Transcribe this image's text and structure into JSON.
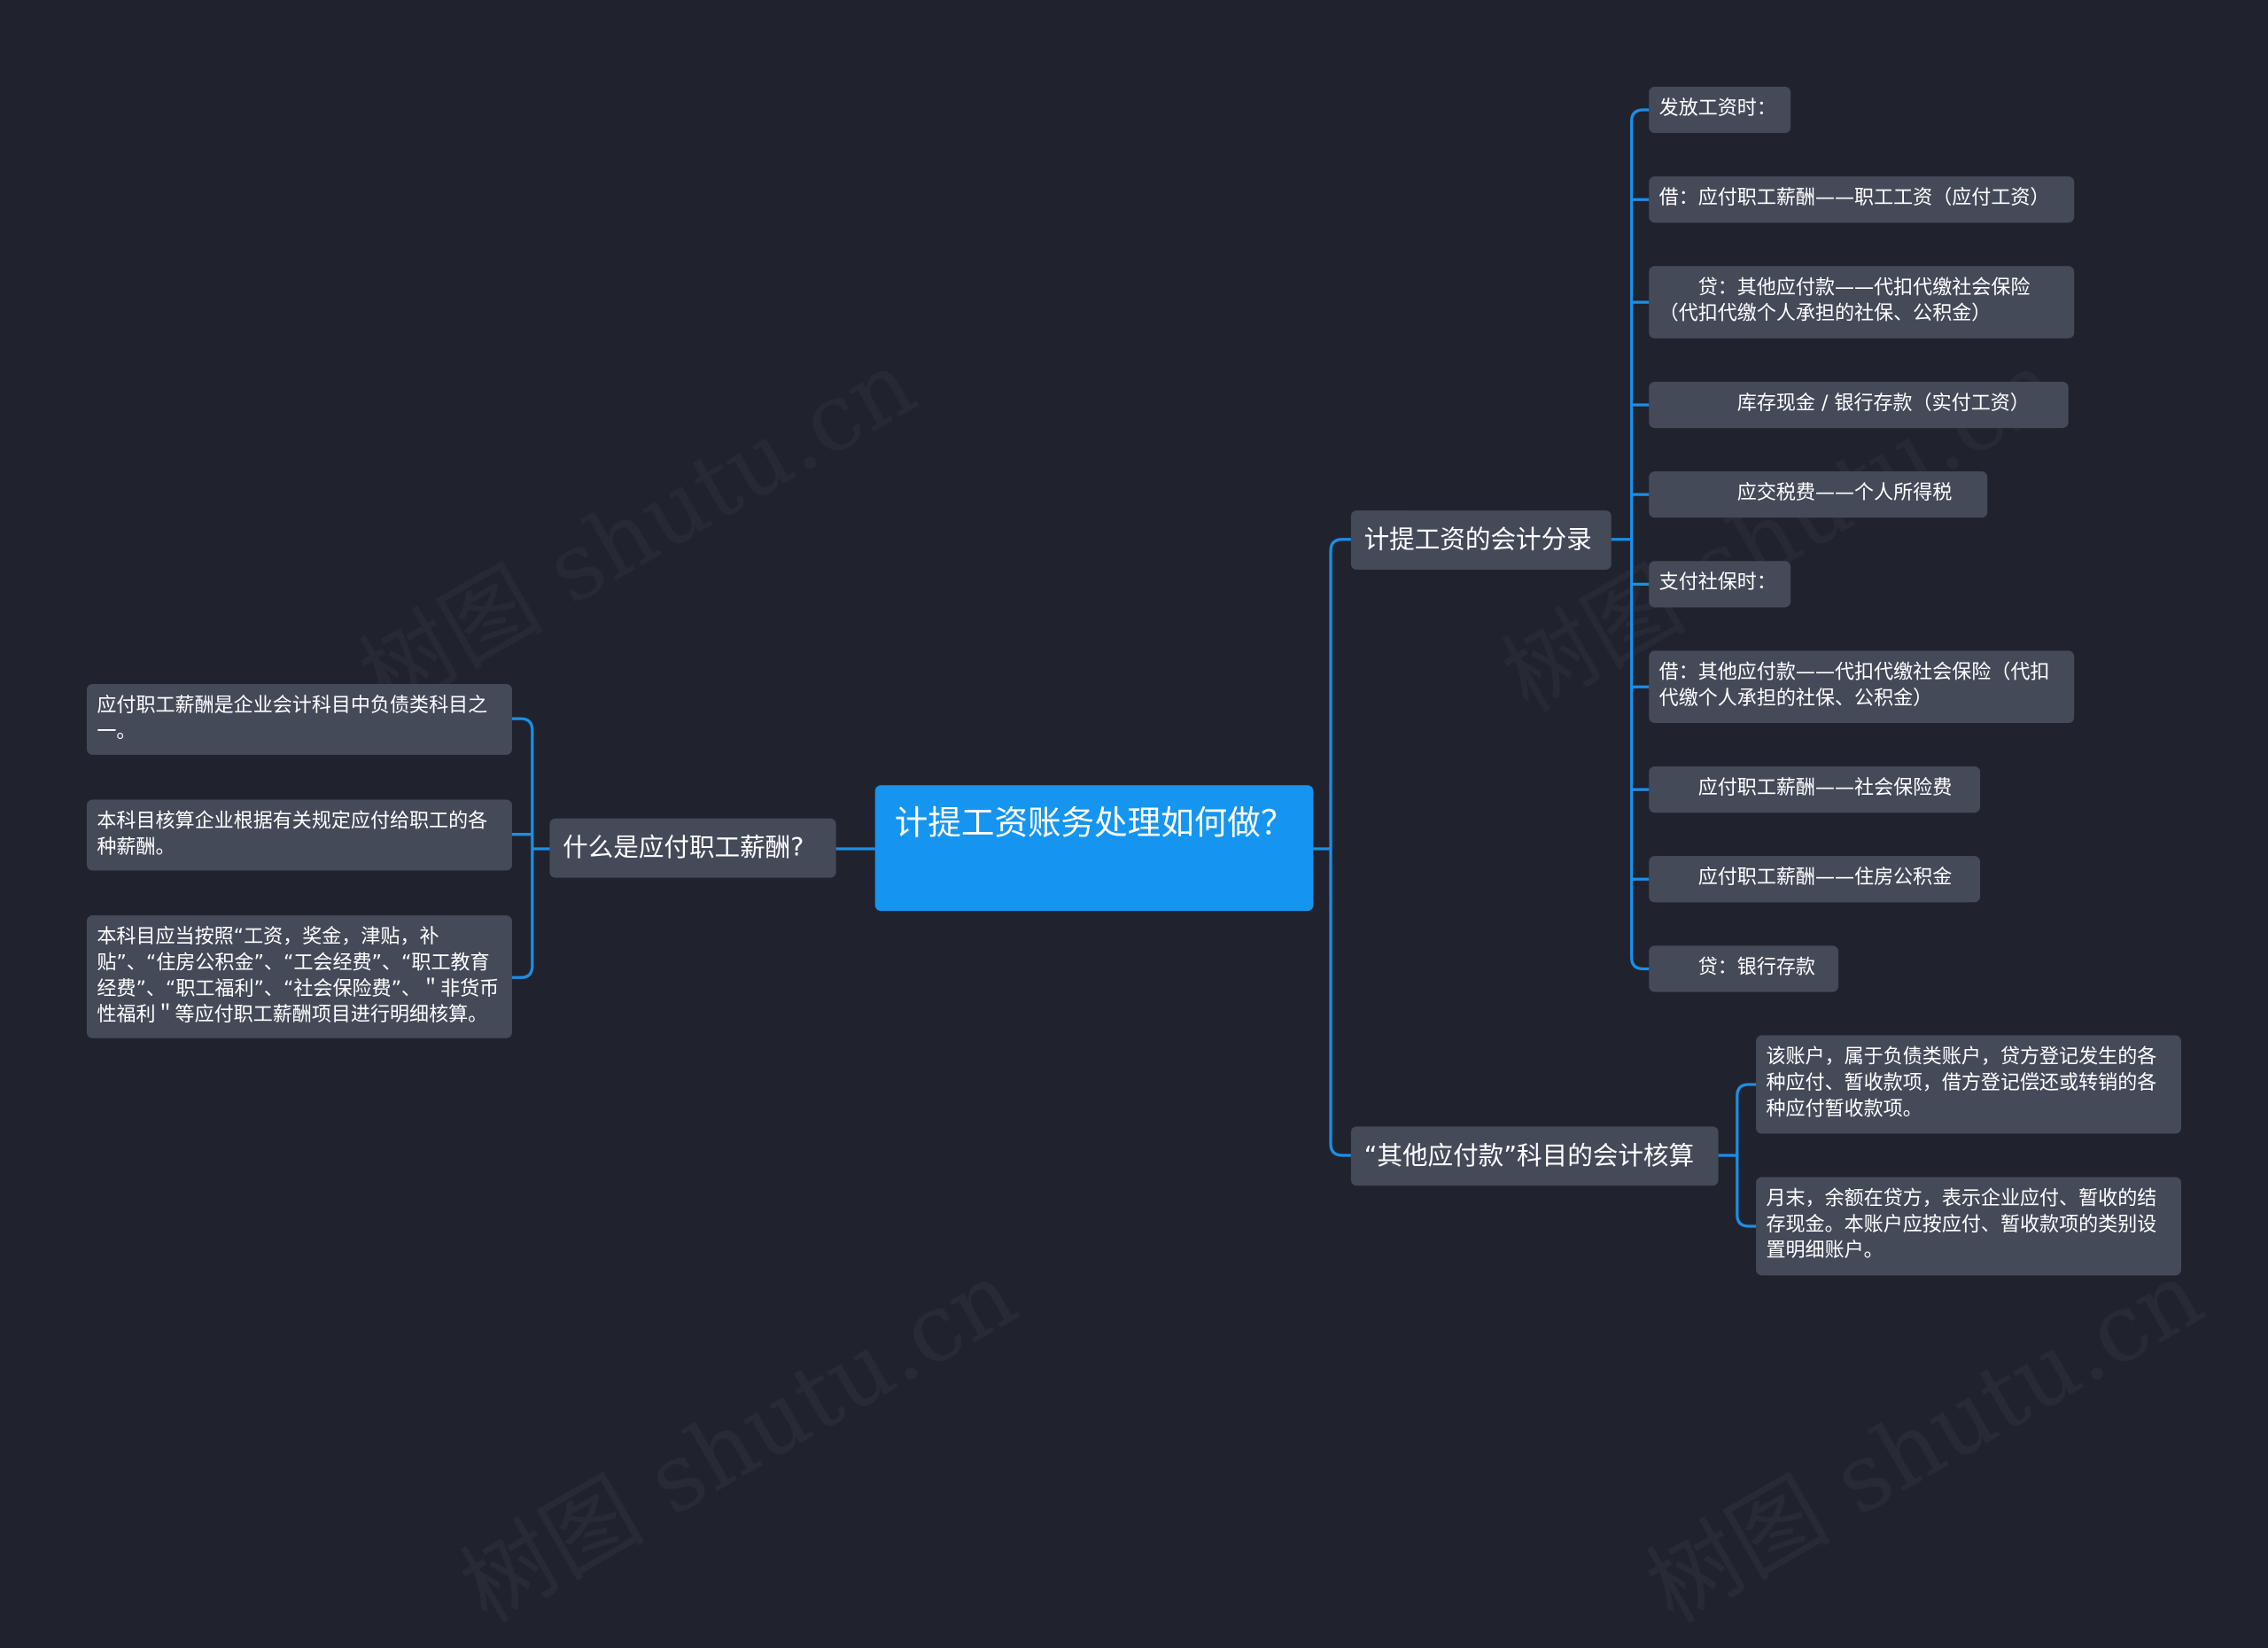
{
  "root": {
    "text": "计提工资账务处理如何做？"
  },
  "left_branch": {
    "title": "什么是应付职工薪酬?",
    "items": [
      "应付职工薪酬是企业会计科目中负债类科目之一。",
      "本科目核算企业根据有关规定应付给职工的各种薪酬。",
      "本科目应当按照“工资，奖金，津贴，补贴”、“住房公积金”、“工会经费”、“职工教育经费”、“职工福利”、“社会保险费”、＂非货币性福利＂等应付职工薪酬项目进行明细核算。"
    ]
  },
  "right_branch_1": {
    "title": "计提工资的会计分录",
    "items": [
      "发放工资时：",
      "借：应付职工薪酬——职工工资（应付工资）",
      "　　贷：其他应付款——代扣代缴社会保险（代扣代缴个人承担的社保、公积金）",
      "　　　　库存现金 / 银行存款（实付工资）",
      "　　　　应交税费——个人所得税",
      "支付社保时：",
      "借：其他应付款——代扣代缴社会保险（代扣代缴个人承担的社保、公积金）",
      "　　应付职工薪酬——社会保险费",
      "　　应付职工薪酬——住房公积金",
      "　　贷：银行存款"
    ]
  },
  "right_branch_2": {
    "title": "“其他应付款”科目的会计核算",
    "items": [
      "该账户，属于负债类账户，贷方登记发生的各种应付、暂收款项，借方登记偿还或转销的各种应付暂收款项。",
      "月末，余额在贷方，表示企业应付、暂收的结存现金。本账户应按应付、暂收款项的类别设置明细账户。"
    ]
  },
  "watermark": "树图 shutu.cn",
  "colors": {
    "background": "#20232e",
    "root": "#1595f0",
    "node": "#454a59",
    "link": "#1a8fe6",
    "text": "#ffffff"
  }
}
